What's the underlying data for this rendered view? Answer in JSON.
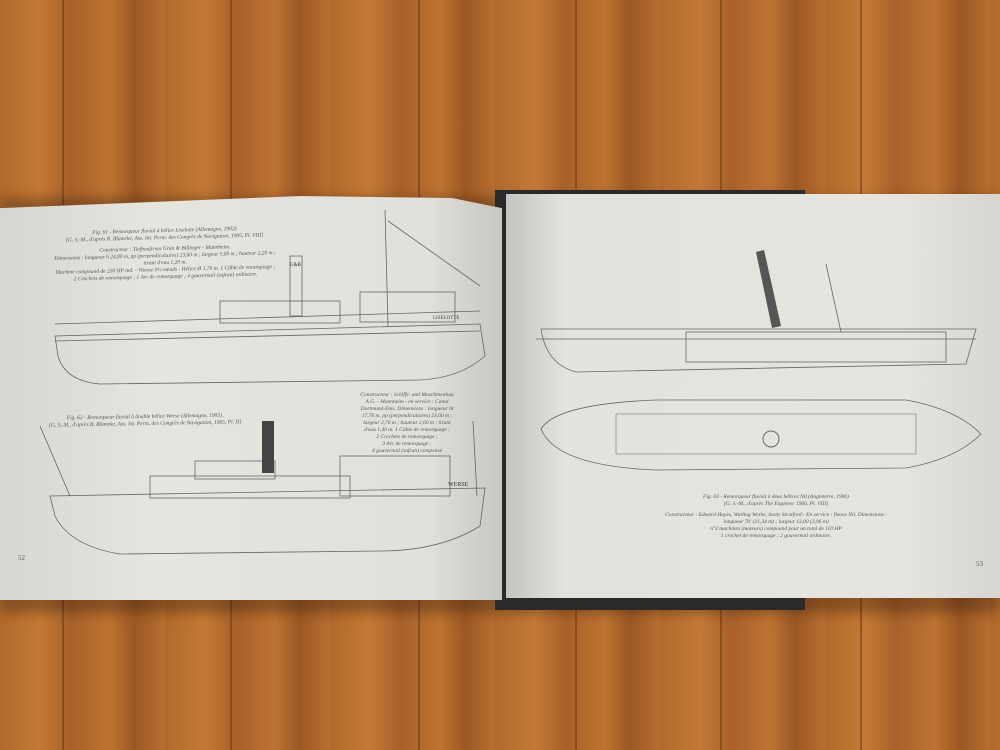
{
  "left_page": {
    "page_number": "52",
    "fig61": {
      "caption": "Fig. 61 - Remorqueur fluvial à hélice Liselotte (Allemagne, 1902)",
      "source": "[G. S.-M., d'après R. Blümcke, Ass. Int. Perm. des Congrès de Navigation, 1905, Pl. VIII]",
      "details": [
        "Constructeur : Tiefbaufirma Grün & Bilfinger - Mannheim.",
        "Dimensions : longueur h 24,80 m, pp (perpendiculaires) 23,60 m ; largeur 5,00 m ; hauteur 2,20 m ;",
        "tirant d'eau 1,20 m.",
        "Machine compound de 250 HP ind. - Vitesse 9½ nœuds - Hélice Ø 1,70 m. 1 Câble de remorquage ;",
        "2 Crochets de remorquage ; 1 Arc de remorquage ; 4 gouvernail (safran) ordinaire."
      ],
      "ship_name": "LISELOTTE",
      "funnel_mark": "G&B"
    },
    "fig62": {
      "caption": "Fig. 62 - Remorqueur fluvial à double hélice Werse (Allemagne, 1903).",
      "source": "[G. S.-M., d'après R. Blümcke, Ass. Int. Perm. des Congrès de Navigation, 1905, Pl. II]",
      "details": [
        "Constructeur : Schiffs- und Maschinenbau",
        "A.G. - Mannheim - en service : Canal",
        "Dortmund-Ems. Dimensions : longueur ht",
        "17,70 m, pp (perpendiculaires) 23,60 m ;",
        "largeur 3,70 m ; hauteur 2,00 m ; tirant",
        "d'eau 1,40 m. 1 Câble de remorquage ;",
        "2 Crochets de remorquage ;",
        "3 Arc de remorquage ;",
        "4 gouvernail (safran) compensé"
      ],
      "ship_name": "WERSE"
    }
  },
  "right_page": {
    "page_number": "53",
    "fig63": {
      "caption": "Fig. 63 - Remorqueur fluvial à deux hélices Nil (Angleterre, 1906)",
      "source": "[G. S.-M., d'après The Engineer 1906, Pl. VIII]",
      "details": [
        "Constructeur : Edward Hayes, Watling Works, Stony Stratford - En service : fleuve Nil. Dimensions :",
        "longueur 70' (21,34 m) ; largeur 13,00 (3,96 m)",
        "n°2 machines (moteurs) compound pour un total de 110 HP",
        "1 crochet de remorquage ; 2 gouvernail ordinaire."
      ]
    }
  },
  "colors": {
    "wood": "#b06a2c",
    "paper": "#e4e2dc",
    "ink": "#555555",
    "cover": "#2a2a2a"
  }
}
